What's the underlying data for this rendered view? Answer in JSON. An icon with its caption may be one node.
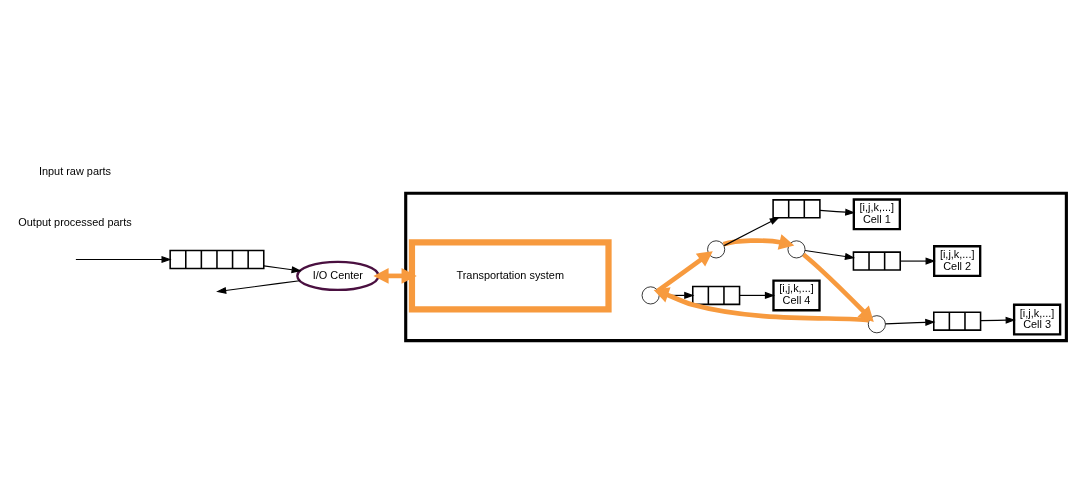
{
  "diagram": {
    "nodes": [
      {
        "text": [],
        "shape": "box"
      },
      {
        "text": [
          "I/O Center"
        ]
      },
      {
        "text": [],
        "shape": "queue"
      },
      {
        "text": [
          "Transportation system"
        ],
        "in": 0
      },
      {
        "text": [],
        "shape": "circle",
        "in": 0
      },
      {
        "text": [],
        "shape": "circle",
        "in": 0
      },
      {
        "text": [],
        "shape": "circle",
        "in": 0
      },
      {
        "text": [],
        "shape": "circle",
        "in": 0
      },
      {
        "text": [],
        "shape": "queue",
        "in": 0
      },
      {
        "text": [],
        "shape": "queue",
        "in": 0
      },
      {
        "text": [],
        "shape": "queue",
        "in": 0
      },
      {
        "text": [],
        "shape": "queue",
        "in": 0
      },
      {
        "text": [
          "[i,j,k,...]",
          "Cell 4"
        ],
        "in": 0
      },
      {
        "text": [
          "[i,j,k,...]",
          "Cell 3"
        ],
        "in": 0
      },
      {
        "text": [
          "[i,j,k,...]",
          "Cell 1"
        ],
        "in": 0
      },
      {
        "text": [
          "[i,j,k,...]",
          "Cell 2"
        ],
        "in": 0
      }
    ],
    "edges": [
      {
        "from": null,
        "to": 2,
        "arrow": "to"
      },
      {
        "from": 2,
        "to": 1,
        "arrow": "to"
      },
      {
        "from": 1,
        "to": null,
        "arrow": "to"
      },
      {
        "from": 1,
        "to": 3,
        "arrow": "both",
        "style": "thick",
        "color": "#f79a3e"
      },
      {
        "from": 5,
        "to": 4,
        "arrow": "to",
        "style": "thick",
        "color": "#f79a3e"
      },
      {
        "from": 4,
        "to": 6,
        "arrow": "to",
        "style": "thick",
        "color": "#f79a3e"
      },
      {
        "from": 6,
        "to": 7,
        "arrow": "to",
        "style": "thick",
        "color": "#f79a3e"
      },
      {
        "from": 7,
        "to": 5,
        "arrow": "to",
        "style": "thick",
        "color": "#f79a3e"
      },
      {
        "from": 4,
        "to": 8,
        "arrow": "to"
      },
      {
        "from": 5,
        "to": 9,
        "arrow": "to"
      },
      {
        "from": 6,
        "to": 10,
        "arrow": "to"
      },
      {
        "from": 7,
        "to": 11,
        "arrow": "to"
      },
      {
        "from": 8,
        "to": 12,
        "arrow": "to"
      },
      {
        "from": 9,
        "to": 13,
        "arrow": "to"
      },
      {
        "from": 10,
        "to": 14,
        "arrow": "to"
      },
      {
        "from": 11,
        "to": 15,
        "arrow": "to"
      }
    ],
    "labels": [
      "Output processed parts",
      "Input raw parts"
    ]
  }
}
